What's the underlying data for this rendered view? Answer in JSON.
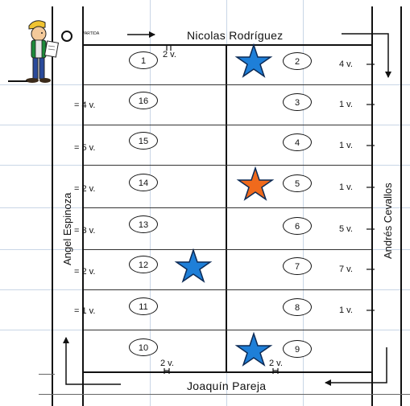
{
  "top_name": "Nicolas Rodríguez",
  "bottom_name": "Joaquín Pareja",
  "left_name": "Angel Espinoza",
  "right_name": "Andrés  Cevallos",
  "partida": "PARTIDA",
  "left_numbers": [
    "1",
    "16",
    "15",
    "14",
    "13",
    "12",
    "11",
    "10"
  ],
  "right_numbers": [
    "2",
    "3",
    "4",
    "5",
    "6",
    "7",
    "8",
    "9"
  ],
  "left_labels": [
    "= 4 v.",
    "= 5 v.",
    "= 2 v.",
    "= 3 v.",
    "= 2 v.",
    "= 1 v."
  ],
  "right_labels": [
    "4 v.",
    "1 v.",
    "1 v.",
    "1 v.",
    "5 v.",
    "7 v.",
    "1 v."
  ],
  "top_label": "2 v.",
  "bottom_left_label": "2 v.",
  "bottom_right_label": "2 v.",
  "stars": {
    "blue": "#1e7fd8",
    "orange": "#f06a1c",
    "outline": "#0c2a55"
  }
}
